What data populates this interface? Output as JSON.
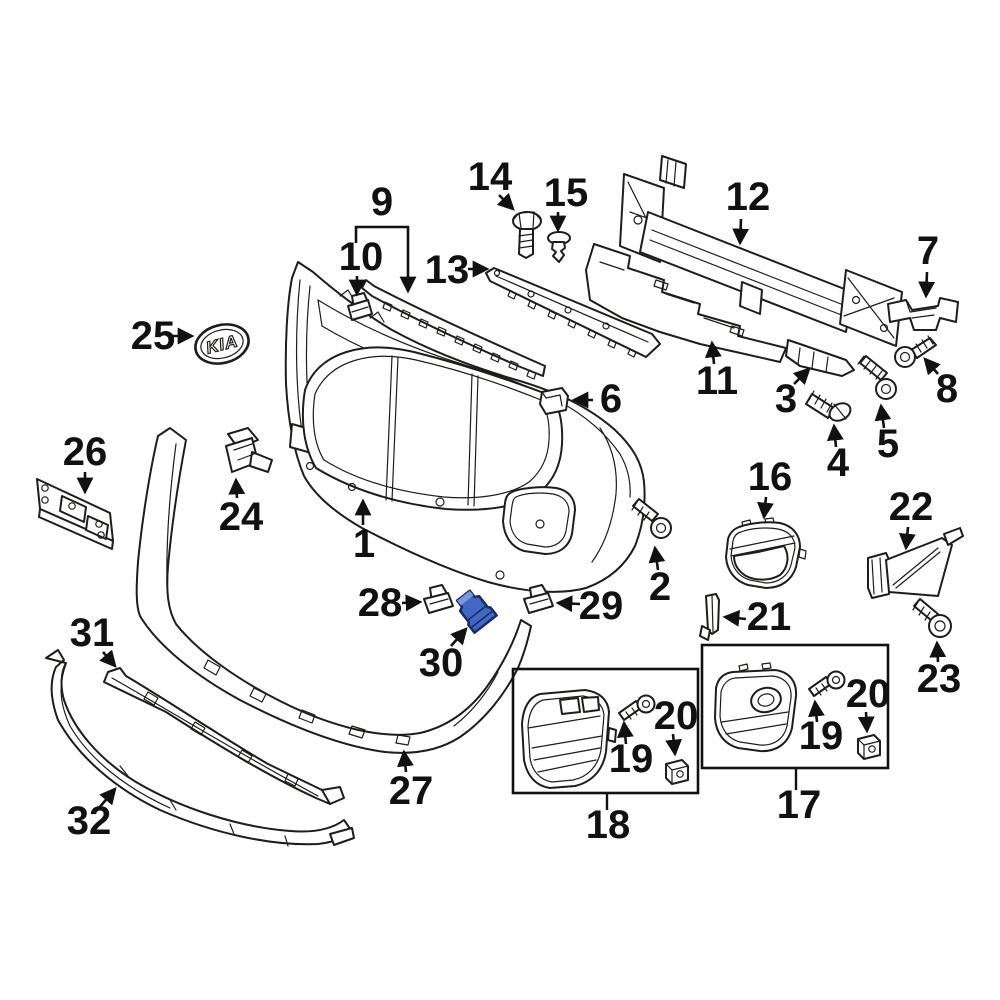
{
  "colors": {
    "background": "#ffffff",
    "line": "#1d1d1b",
    "label": "#111111",
    "highlight_fill": "#4169c4",
    "highlight_light": "#7b97dd",
    "highlight_stroke": "#1c2c64"
  },
  "badge": {
    "logo_text": "KIA"
  },
  "callouts": {
    "c1": "1",
    "c2": "2",
    "c3": "3",
    "c4": "4",
    "c5": "5",
    "c6": "6",
    "c7": "7",
    "c8": "8",
    "c9": "9",
    "c10": "10",
    "c11": "11",
    "c12": "12",
    "c13": "13",
    "c14": "14",
    "c15": "15",
    "c16": "16",
    "c17": "17",
    "c18": "18",
    "c19a": "19",
    "c19b": "19",
    "c20a": "20",
    "c20b": "20",
    "c21": "21",
    "c22": "22",
    "c23": "23",
    "c24": "24",
    "c25": "25",
    "c26": "26",
    "c27": "27",
    "c28": "28",
    "c29": "29",
    "c30": "30",
    "c31": "31",
    "c32": "32"
  }
}
